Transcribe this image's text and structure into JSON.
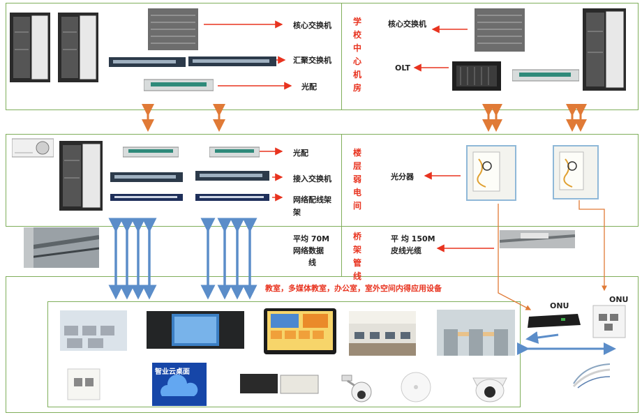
{
  "colors": {
    "border": "#7fae5a",
    "red_arrow": "#e8331f",
    "orange_arrow": "#e07a36",
    "blue_arrow": "#5b8dc9",
    "label_red": "#e8331f"
  },
  "sections": {
    "school_room": "学校中心机房",
    "floor_room": "楼层弱电间",
    "tray": "桥架管线"
  },
  "top_left": {
    "core_switch": "核心交换机",
    "agg_switch": "汇聚交换机",
    "fiber_patch": "光配"
  },
  "top_right": {
    "core_switch": "核心交换机",
    "olt": "OLT"
  },
  "mid_left": {
    "fiber_patch": "光配",
    "access_switch": "接入交换机",
    "patch_panel_1": "网络配线架",
    "patch_panel_2": "架"
  },
  "mid_right": {
    "splitter": "光分器"
  },
  "cable_left": {
    "line1": "平均 70M",
    "line2": "网络数据",
    "line3": "线"
  },
  "cable_right": {
    "line1": "平 均   150M",
    "line2": "皮线光缆"
  },
  "bottom": {
    "title": "教室，多媒体教室，办公室，室外空间内得应用设备",
    "onu_left": "ONU",
    "onu_right": "ONU",
    "cloud_title": "智业云桌面"
  },
  "icons": [
    "server-rack-icon",
    "core-switch-icon",
    "aggregation-switch-icon",
    "fiber-patch-icon",
    "olt-icon",
    "air-conditioner-icon",
    "access-switch-icon",
    "patch-panel-icon",
    "splitter-box-icon",
    "cable-tray-photo-icon",
    "onu-icon",
    "network-socket-icon",
    "speaker-icon",
    "ptz-camera-icon",
    "access-point-icon",
    "dome-camera-icon",
    "cable-icon",
    "computer-lab-photo-icon",
    "interactive-board-icon",
    "touch-kiosk-icon",
    "office-photo-icon",
    "turnstile-photo-icon",
    "cloud-desktop-icon"
  ]
}
